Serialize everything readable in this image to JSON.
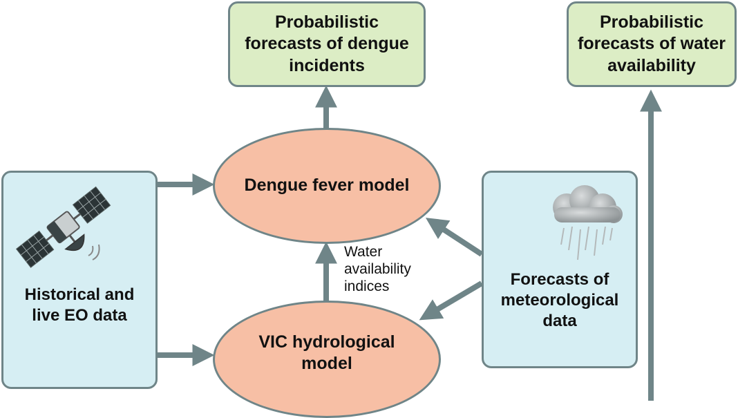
{
  "nodes": {
    "dengue_forecast": "Probabilistic\nforecasts of dengue\nincidents",
    "water_forecast": "Probabilistic\nforecasts of water\navailability",
    "dengue_model": "Dengue fever model",
    "vic_model": "VIC hydrological\nmodel",
    "eo_data": "Historical and\nlive EO data",
    "met_forecasts": "Forecasts of\nmeteorological\ndata"
  },
  "edge_labels": {
    "water_indices": "Water\navailability\nindices"
  },
  "icons": {
    "eo": "satellite-icon",
    "met": "rain-cloud-icon"
  },
  "colors": {
    "output_box": "#dcedc5",
    "input_box": "#d6eef3",
    "model_ellipse": "#f7bfa5",
    "connector": "#6f8588"
  }
}
